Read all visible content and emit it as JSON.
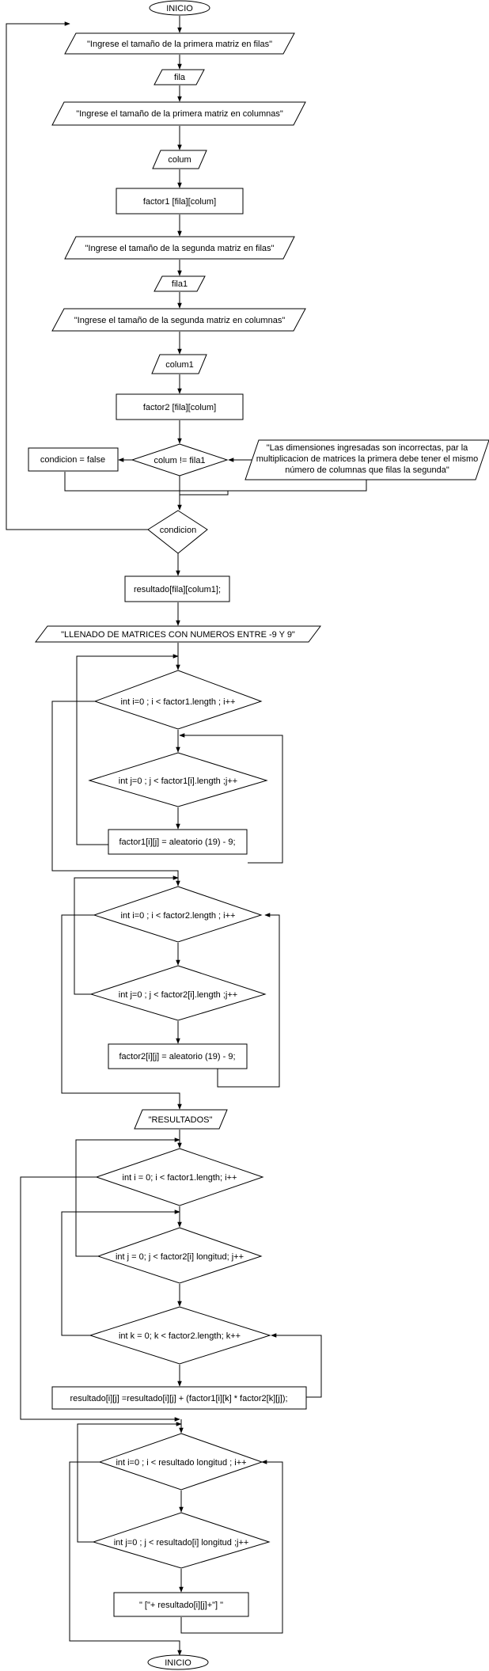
{
  "nodes": [
    {
      "id": "inicio-start",
      "text": "INICIO"
    },
    {
      "id": "prompt-filas-1",
      "text": "\"Ingrese el tamaño de la primera matriz en filas\""
    },
    {
      "id": "input-fila",
      "text": "fila"
    },
    {
      "id": "prompt-columnas-1",
      "text": "\"Ingrese el tamaño de la primera matriz en columnas\""
    },
    {
      "id": "input-colum",
      "text": "colum"
    },
    {
      "id": "decl-factor1",
      "text": "factor1 [fila][colum]"
    },
    {
      "id": "prompt-filas-2",
      "text": "\"Ingrese el tamaño de la segunda matriz en filas\""
    },
    {
      "id": "input-fila1",
      "text": "fila1"
    },
    {
      "id": "prompt-columnas-2",
      "text": "\"Ingrese el tamaño de la segunda matriz en columnas\""
    },
    {
      "id": "input-colum1",
      "text": "colum1"
    },
    {
      "id": "decl-factor2",
      "text": "factor2 [fila][colum]"
    },
    {
      "id": "decision-colum-fila1",
      "text": "colum != fila1"
    },
    {
      "id": "assign-condicion",
      "text": "condicion = false"
    },
    {
      "id": "error-msg-line1",
      "text": "\"Las dimensiones ingresadas son incorrectas, par la"
    },
    {
      "id": "error-msg-line2",
      "text": "multiplicacion de matrices la primera debe tener el mismo"
    },
    {
      "id": "error-msg-line3",
      "text": "número de columnas que filas la segunda\""
    },
    {
      "id": "decision-condicion",
      "text": "condicion"
    },
    {
      "id": "decl-resultado",
      "text": "resultado[fila][colum1];"
    },
    {
      "id": "output-llenado",
      "text": "\"LLENADO DE MATRICES CON NUMEROS ENTRE -9 Y 9\""
    },
    {
      "id": "loop-i-factor1",
      "text": "int i=0 ; i < factor1.length ; i++"
    },
    {
      "id": "loop-j-factor1",
      "text": "int j=0 ; j < factor1[i].length ;j++"
    },
    {
      "id": "assign-factor1",
      "text": "factor1[i][j] = aleatorio (19) - 9;"
    },
    {
      "id": "loop-i-factor2",
      "text": "int i=0 ; i < factor2.length ; i++"
    },
    {
      "id": "loop-j-factor2",
      "text": "int j=0 ; j < factor2[i].length ;j++"
    },
    {
      "id": "assign-factor2",
      "text": "factor2[i][j] = aleatorio (19) - 9;"
    },
    {
      "id": "output-resultados",
      "text": "\"RESULTADOS\""
    },
    {
      "id": "loop-i-mult",
      "text": "int i = 0; i < factor1.length; i++"
    },
    {
      "id": "loop-j-mult",
      "text": "int j = 0; j < factor2[i] longitud; j++"
    },
    {
      "id": "loop-k-mult",
      "text": "int k = 0; k < factor2.length; k++"
    },
    {
      "id": "assign-resultado",
      "text": "resultado[i][j] =resultado[i][j] + (factor1[i][k] * factor2[k][j]);"
    },
    {
      "id": "loop-i-print",
      "text": "int i=0 ; i < resultado longitud ; i++"
    },
    {
      "id": "loop-j-print",
      "text": "int j=0 ; j < resultado[i] longitud ;j++"
    },
    {
      "id": "output-resultado",
      "text": "\" [\"+ resultado[i][j]+\"] \""
    },
    {
      "id": "inicio-end",
      "text": "INICIO"
    }
  ]
}
